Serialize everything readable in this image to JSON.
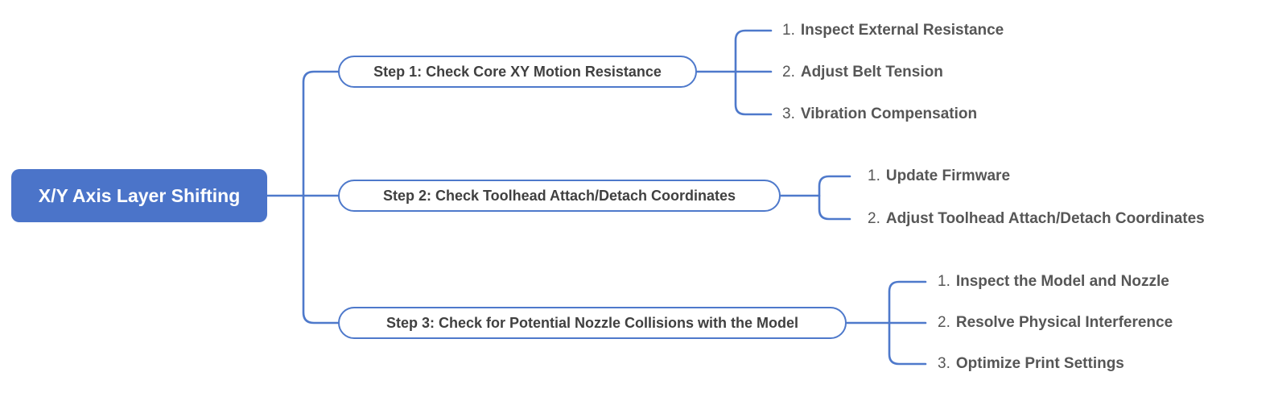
{
  "root": {
    "label": "X/Y Axis Layer Shifting"
  },
  "colors": {
    "accent_blue": "#4E79CB",
    "root_fill": "#4B74C9",
    "root_text": "#FFFFFF",
    "step_text": "#404040",
    "leaf_text": "#565656",
    "background": "#FFFFFF"
  },
  "steps": [
    {
      "label": "Step 1: Check Core XY Motion Resistance",
      "children": [
        {
          "num": "1.",
          "label": "Inspect External Resistance"
        },
        {
          "num": "2.",
          "label": "Adjust Belt Tension"
        },
        {
          "num": "3.",
          "label": "Vibration Compensation"
        }
      ]
    },
    {
      "label": "Step 2: Check Toolhead Attach/Detach Coordinates",
      "children": [
        {
          "num": "1.",
          "label": "Update Firmware"
        },
        {
          "num": "2.",
          "label": "Adjust Toolhead Attach/Detach Coordinates"
        }
      ]
    },
    {
      "label": "Step 3: Check for Potential Nozzle Collisions with the Model",
      "children": [
        {
          "num": "1.",
          "label": "Inspect the Model and Nozzle"
        },
        {
          "num": "2.",
          "label": "Resolve Physical Interference"
        },
        {
          "num": "3.",
          "label": "Optimize Print Settings"
        }
      ]
    }
  ]
}
